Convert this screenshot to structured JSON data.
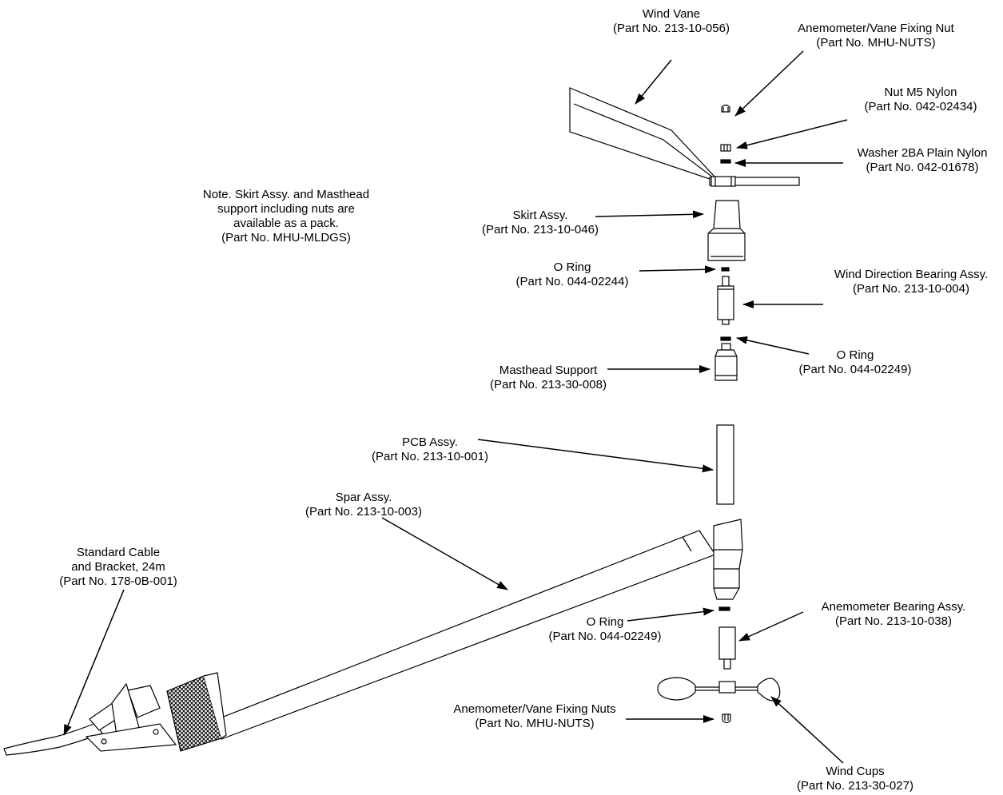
{
  "labels": {
    "wind_vane": {
      "name": "Wind Vane",
      "part": "(Part No. 213-10-056)"
    },
    "fixing_nut": {
      "name": "Anemometer/Vane Fixing Nut",
      "part": "(Part No. MHU-NUTS)"
    },
    "nut_m5": {
      "name": "Nut M5 Nylon",
      "part": "(Part No. 042-02434)"
    },
    "washer": {
      "name": "Washer 2BA Plain Nylon",
      "part": "(Part No. 042-01678)"
    },
    "note": {
      "line1": "Note. Skirt Assy. and Masthead",
      "line2": "support including nuts are",
      "line3": "available as a pack.",
      "line4": "(Part No. MHU-MLDGS)"
    },
    "skirt": {
      "name": "Skirt Assy.",
      "part": "(Part No. 213-10-046)"
    },
    "oring_1": {
      "name": "O Ring",
      "part": "(Part No. 044-02244)"
    },
    "wind_dir_bearing": {
      "name": "Wind Direction Bearing Assy.",
      "part": "(Part No. 213-10-004)"
    },
    "oring_2": {
      "name": "O Ring",
      "part": "(Part No. 044-02249)"
    },
    "masthead": {
      "name": "Masthead  Support",
      "part": "(Part No. 213-30-008)"
    },
    "pcb": {
      "name": "PCB Assy.",
      "part": "(Part No. 213-10-001)"
    },
    "spar": {
      "name": "Spar Assy.",
      "part": "(Part No. 213-10-003)"
    },
    "cable": {
      "line1": "Standard Cable",
      "line2": "and Bracket, 24m",
      "part": "(Part No. 178-0B-001)"
    },
    "oring_3": {
      "name": "O Ring",
      "part": "(Part No. 044-02249)"
    },
    "anemometer_bearing": {
      "name": "Anemometer Bearing Assy.",
      "part": "(Part No. 213-10-038)"
    },
    "fixing_nuts": {
      "name": "Anemometer/Vane Fixing Nuts",
      "part": "(Part No. MHU-NUTS)"
    },
    "wind_cups": {
      "name": "Wind Cups",
      "part": "(Part No. 213-30-027)"
    }
  }
}
